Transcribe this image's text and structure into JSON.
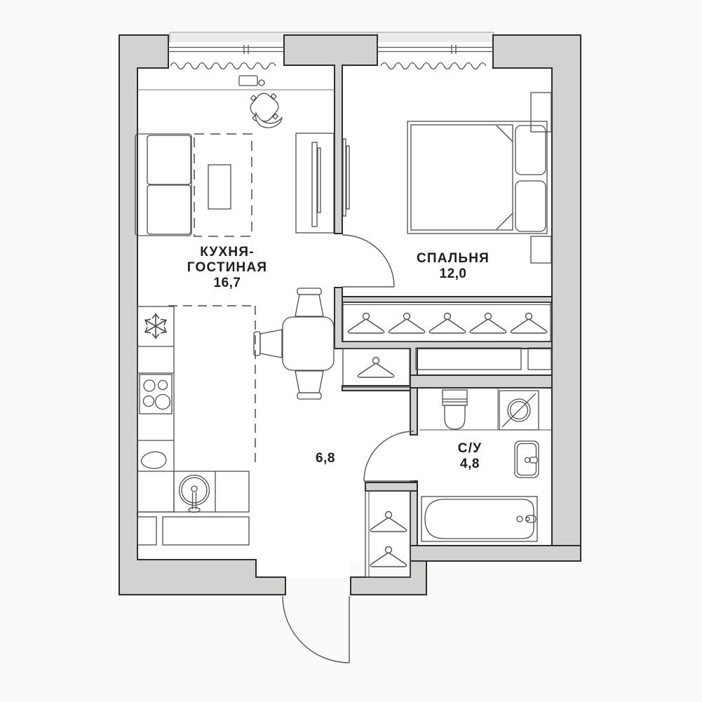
{
  "plan": {
    "type": "apartment-floor-plan",
    "rooms": {
      "kitchen_living": {
        "name_line1": "КУХНЯ-",
        "name_line2": "ГОСТИНАЯ",
        "area": "16,7"
      },
      "bedroom": {
        "name": "СПАЛЬНЯ",
        "area": "12,0"
      },
      "hall": {
        "area": "6,8"
      },
      "bathroom": {
        "name": "С/У",
        "area": "4,8"
      }
    },
    "fixtures": [
      "refrigerator-snowflake-icon",
      "stove-burners",
      "kitchen-sink",
      "small-sink-teardrop",
      "sofa",
      "rug",
      "coffee-table",
      "desk",
      "office-chair",
      "tv-console",
      "wall-tv",
      "dining-table",
      "dining-chairs",
      "bed",
      "pillows",
      "nightstands",
      "wardrobe-hangers",
      "closet-hanger",
      "hall-closet-hangers",
      "toilet",
      "washing-machine",
      "washbasin",
      "bathtub",
      "entrance-door",
      "bedroom-door",
      "bathroom-door",
      "windows",
      "curtains"
    ],
    "colors": {
      "wall_fill": "#d2d2d2",
      "wall_stroke": "#2d2d2d",
      "furniture_stroke": "#4c4c4c",
      "balcony_fill": "#ebebeb",
      "floor": "#ffffff",
      "background": "#fafaf8"
    }
  }
}
